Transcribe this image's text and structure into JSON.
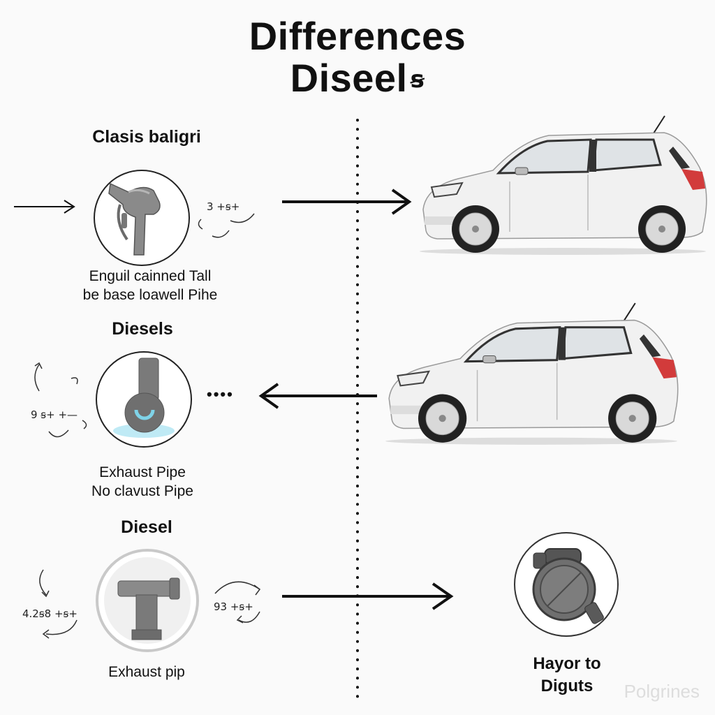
{
  "title": {
    "line1": "Differences",
    "line2": "Diseel",
    "trail_glyph": "ꞩ"
  },
  "section1": {
    "heading": "Clasis baligri",
    "icon": "fuel-nozzle-icon",
    "note": "3 +ꞩ+",
    "caption_line1": "Enguil cainned Tall",
    "caption_line2": "be base loawell Pihe"
  },
  "section2": {
    "heading": "Diesels",
    "icon": "exhaust-pipe-blue-icon",
    "note": "9 ꞩ+ +—",
    "caption_line1": "Exhaust Pipe",
    "caption_line2": "No clavust Pipe",
    "dots": "••••"
  },
  "section3": {
    "heading": "Diesel",
    "icon": "pipe-connector-icon",
    "note_left": "4.2ꞩ8 +ꞩ+",
    "note_right": "93 +ꞩ+",
    "caption": "Exhaust pip"
  },
  "right_panel": {
    "car_icon": "hatchback-car-icon",
    "fuel_cap_icon": "fuel-cap-icon",
    "caption_line1": "Hayor to",
    "caption_line2": "Diguts"
  },
  "watermark": "Polgrines",
  "colors": {
    "ink": "#111111",
    "car_body": "#f1f1f1",
    "accent_blue": "#7fd3e8",
    "icon_gray": "#8a8a8a"
  }
}
